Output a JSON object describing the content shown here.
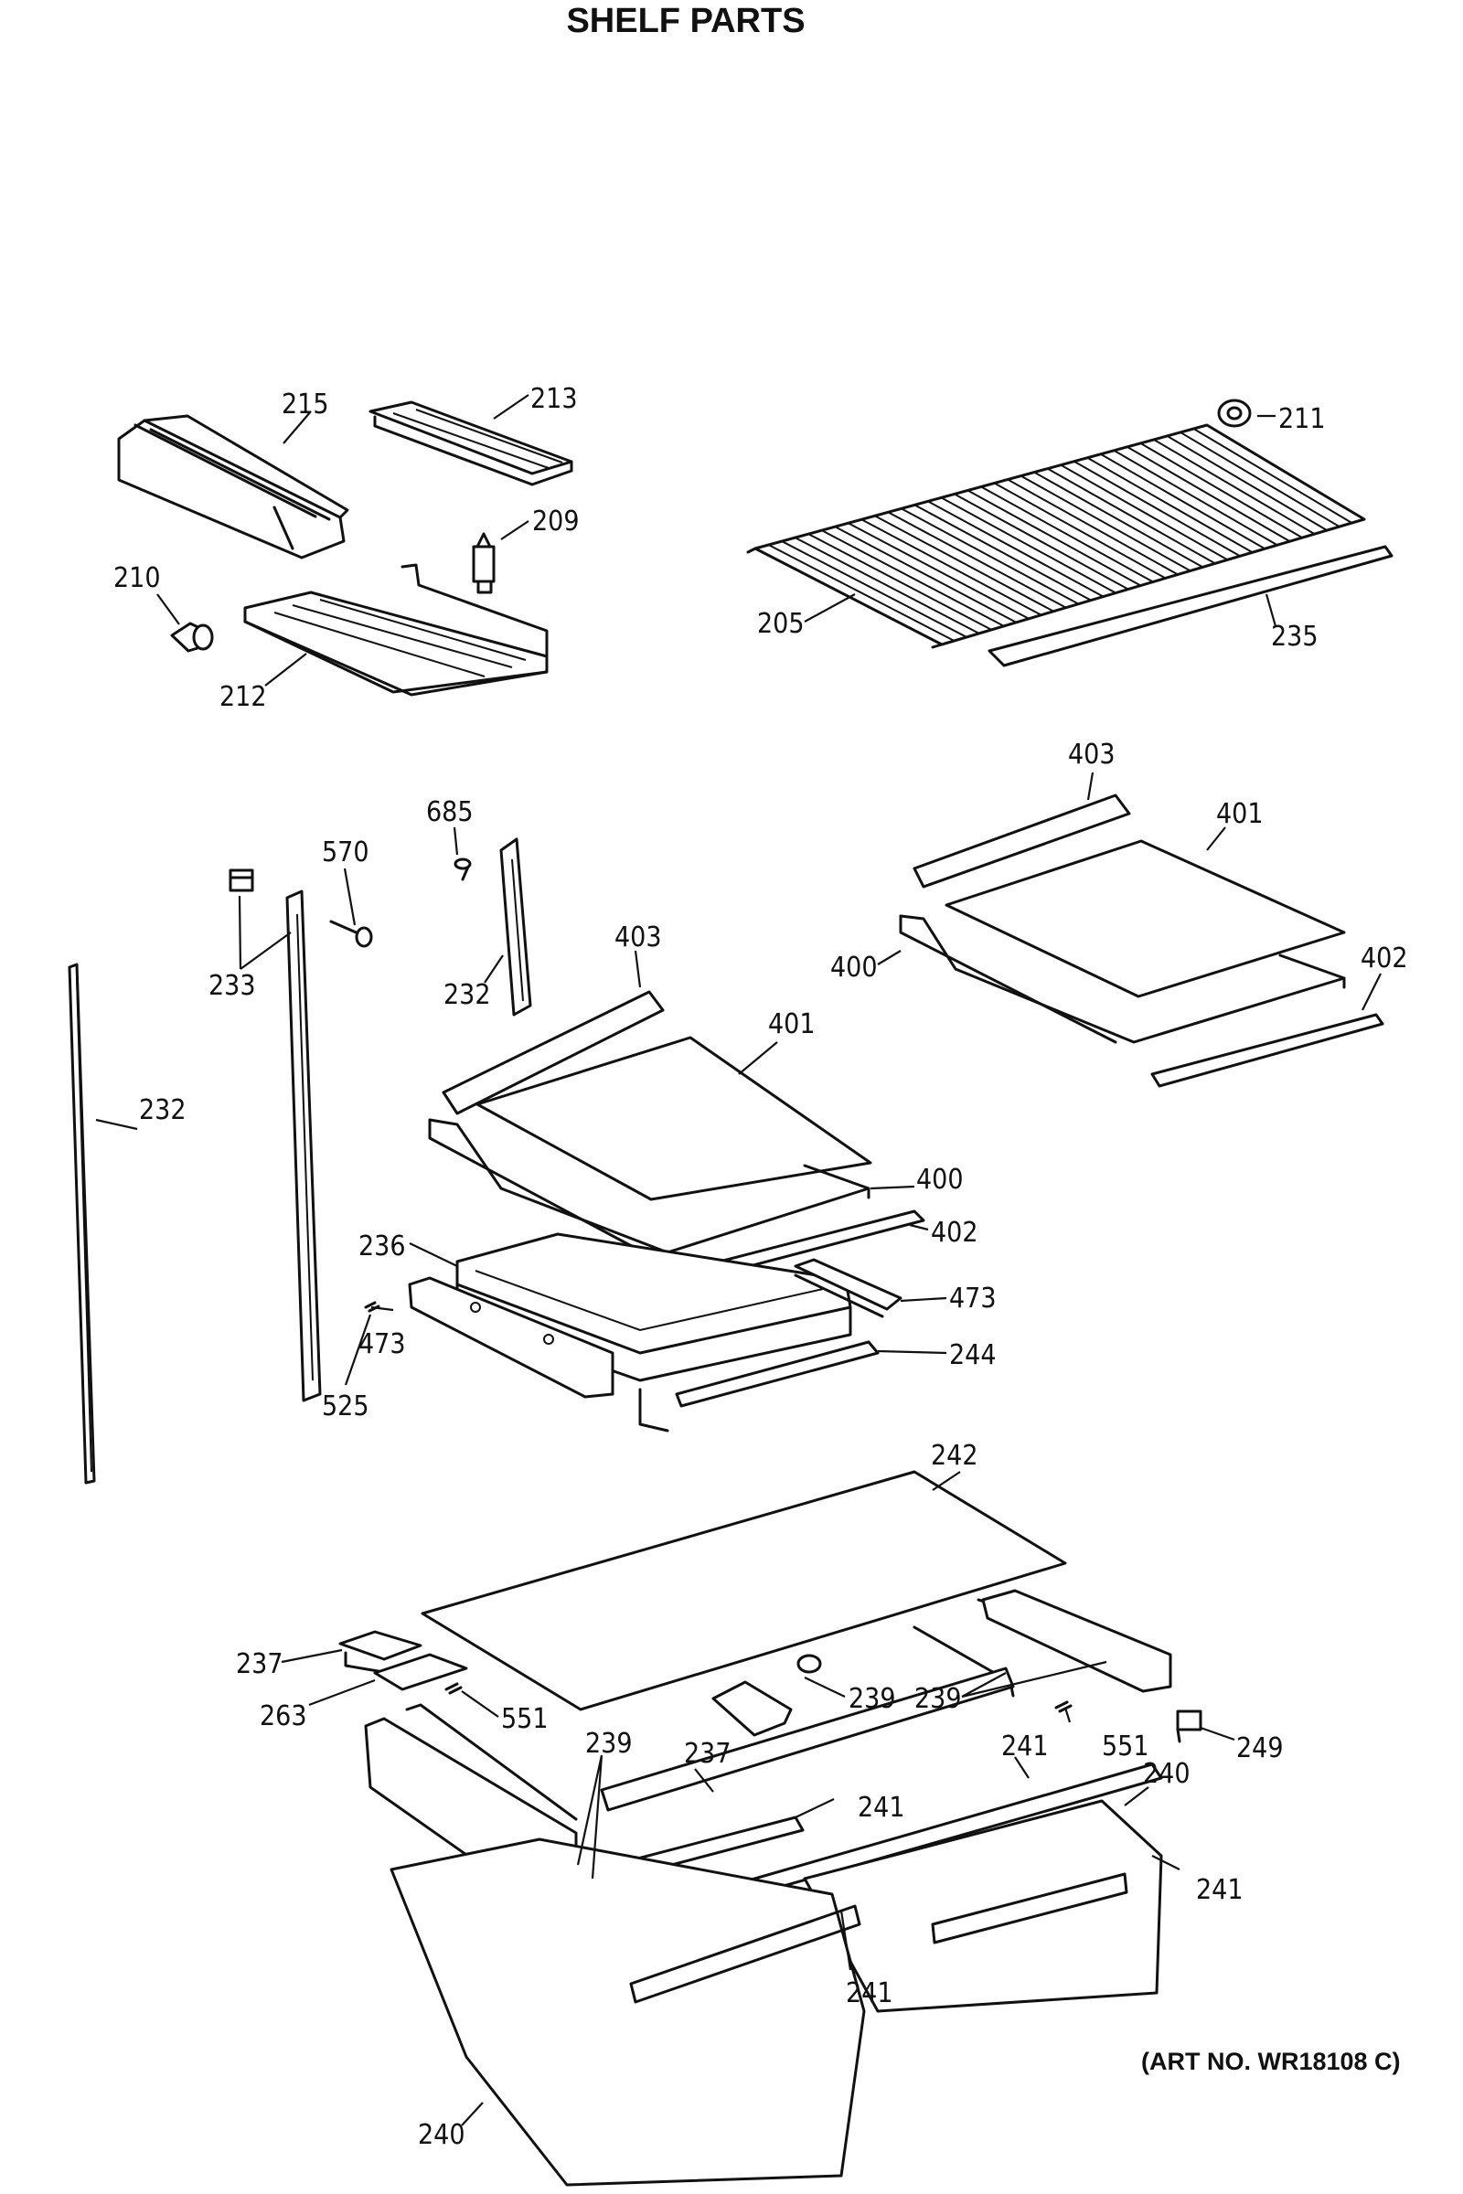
{
  "title": "SHELF PARTS",
  "art_no": "(ART NO. WR18108 C)",
  "callouts": [
    {
      "id": "c215",
      "text": "215"
    },
    {
      "id": "c213",
      "text": "213"
    },
    {
      "id": "c209",
      "text": "209"
    },
    {
      "id": "c210",
      "text": "210"
    },
    {
      "id": "c212",
      "text": "212"
    },
    {
      "id": "c211",
      "text": "211"
    },
    {
      "id": "c205",
      "text": "205"
    },
    {
      "id": "c235",
      "text": "235"
    },
    {
      "id": "c685",
      "text": "685"
    },
    {
      "id": "c570",
      "text": "570"
    },
    {
      "id": "c233",
      "text": "233"
    },
    {
      "id": "c232a",
      "text": "232"
    },
    {
      "id": "c232b",
      "text": "232"
    },
    {
      "id": "c403a",
      "text": "403"
    },
    {
      "id": "c401a",
      "text": "401"
    },
    {
      "id": "c400a",
      "text": "400"
    },
    {
      "id": "c402a",
      "text": "402"
    },
    {
      "id": "c236",
      "text": "236"
    },
    {
      "id": "c473a",
      "text": "473"
    },
    {
      "id": "c473b",
      "text": "473"
    },
    {
      "id": "c244",
      "text": "244"
    },
    {
      "id": "c525",
      "text": "525"
    },
    {
      "id": "c403b",
      "text": "403"
    },
    {
      "id": "c401b",
      "text": "401"
    },
    {
      "id": "c400b",
      "text": "400"
    },
    {
      "id": "c402b",
      "text": "402"
    },
    {
      "id": "c242",
      "text": "242"
    },
    {
      "id": "c237a",
      "text": "237"
    },
    {
      "id": "c263",
      "text": "263"
    },
    {
      "id": "c551a",
      "text": "551"
    },
    {
      "id": "c239a",
      "text": "239"
    },
    {
      "id": "c239b",
      "text": "239"
    },
    {
      "id": "c551b",
      "text": "551"
    },
    {
      "id": "c249",
      "text": "249"
    },
    {
      "id": "c239c",
      "text": "239"
    },
    {
      "id": "c237b",
      "text": "237"
    },
    {
      "id": "c241a",
      "text": "241"
    },
    {
      "id": "c241b",
      "text": "241"
    },
    {
      "id": "c240a",
      "text": "240"
    },
    {
      "id": "c241c",
      "text": "241"
    },
    {
      "id": "c241d",
      "text": "241"
    },
    {
      "id": "c240b",
      "text": "240"
    }
  ]
}
